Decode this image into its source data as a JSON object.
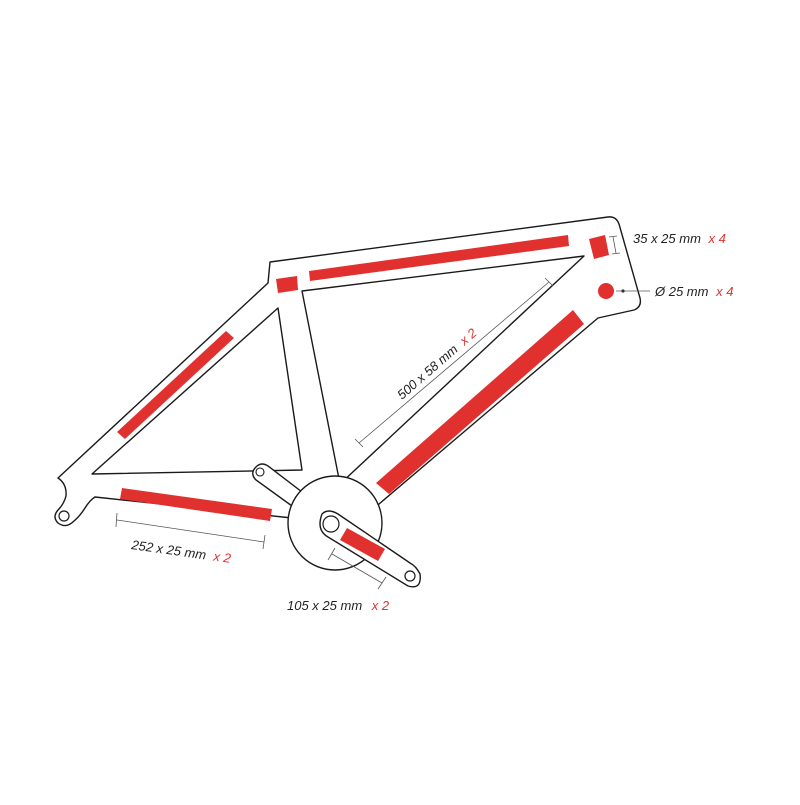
{
  "colors": {
    "protection": "#e0312f",
    "outline": "#1a1a1a",
    "dimension": "#555555",
    "text": "#222222",
    "qty": "#e0312f"
  },
  "labels": {
    "top_tube": {
      "size": "500 x 58 mm",
      "qty": "x 2"
    },
    "head_tube": {
      "size": "35 x 25 mm",
      "qty": "x 4"
    },
    "dot": {
      "size": "Ø 25 mm",
      "qty": "x 4"
    },
    "chain_stay": {
      "size": "252 x 25 mm",
      "qty": "x 2"
    },
    "crank": {
      "size": "105 x 25 mm",
      "qty": "x 2"
    }
  }
}
